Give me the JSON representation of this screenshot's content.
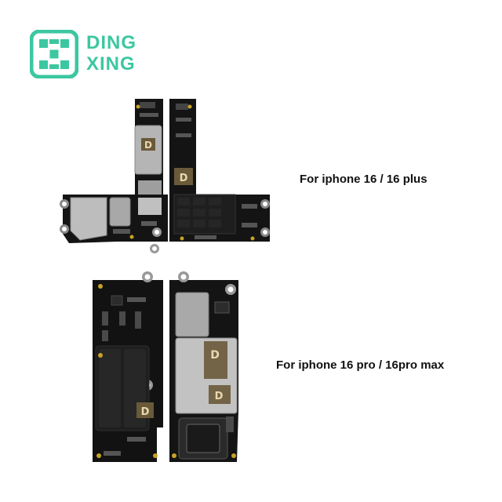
{
  "brand": {
    "line1": "DING",
    "line2": "XING",
    "color": "#3cc7a0"
  },
  "products": [
    {
      "caption": "For iphone 16 / 16 plus"
    },
    {
      "caption": "For iphone 16 pro / 16pro max"
    }
  ]
}
